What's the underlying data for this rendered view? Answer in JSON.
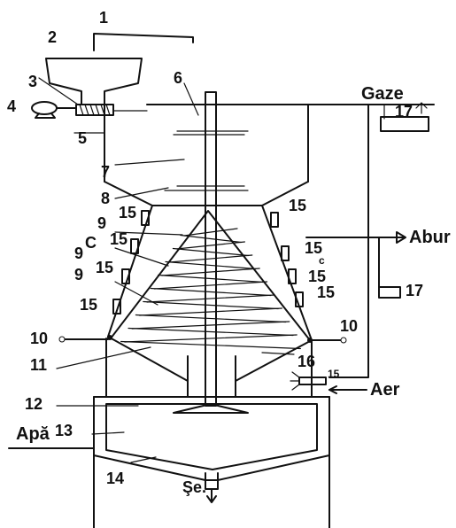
{
  "labels": {
    "n1": "1",
    "n2": "2",
    "n3": "3",
    "n4": "4",
    "n5": "5",
    "n6": "6",
    "n7": "7",
    "n8": "8",
    "n9a": "9",
    "n9b": "9",
    "n9c": "9",
    "n10a": "10",
    "n10b": "10",
    "n11": "11",
    "n12": "12",
    "n13": "13",
    "n14": "14",
    "n16": "16",
    "n17a": "17",
    "n17b": "17",
    "n15a": "15",
    "n15b": "15",
    "n15c": "15",
    "n15d": "15",
    "n15e": "15",
    "n15f": "15",
    "n15g": "15",
    "n15h": "15",
    "n15i": "15",
    "cLeft": "C",
    "cRight": "c"
  },
  "streams": {
    "gaze": "Gaze",
    "abur": "Abur",
    "aer": "Aer",
    "apa": "Apă",
    "se": "Şe."
  }
}
